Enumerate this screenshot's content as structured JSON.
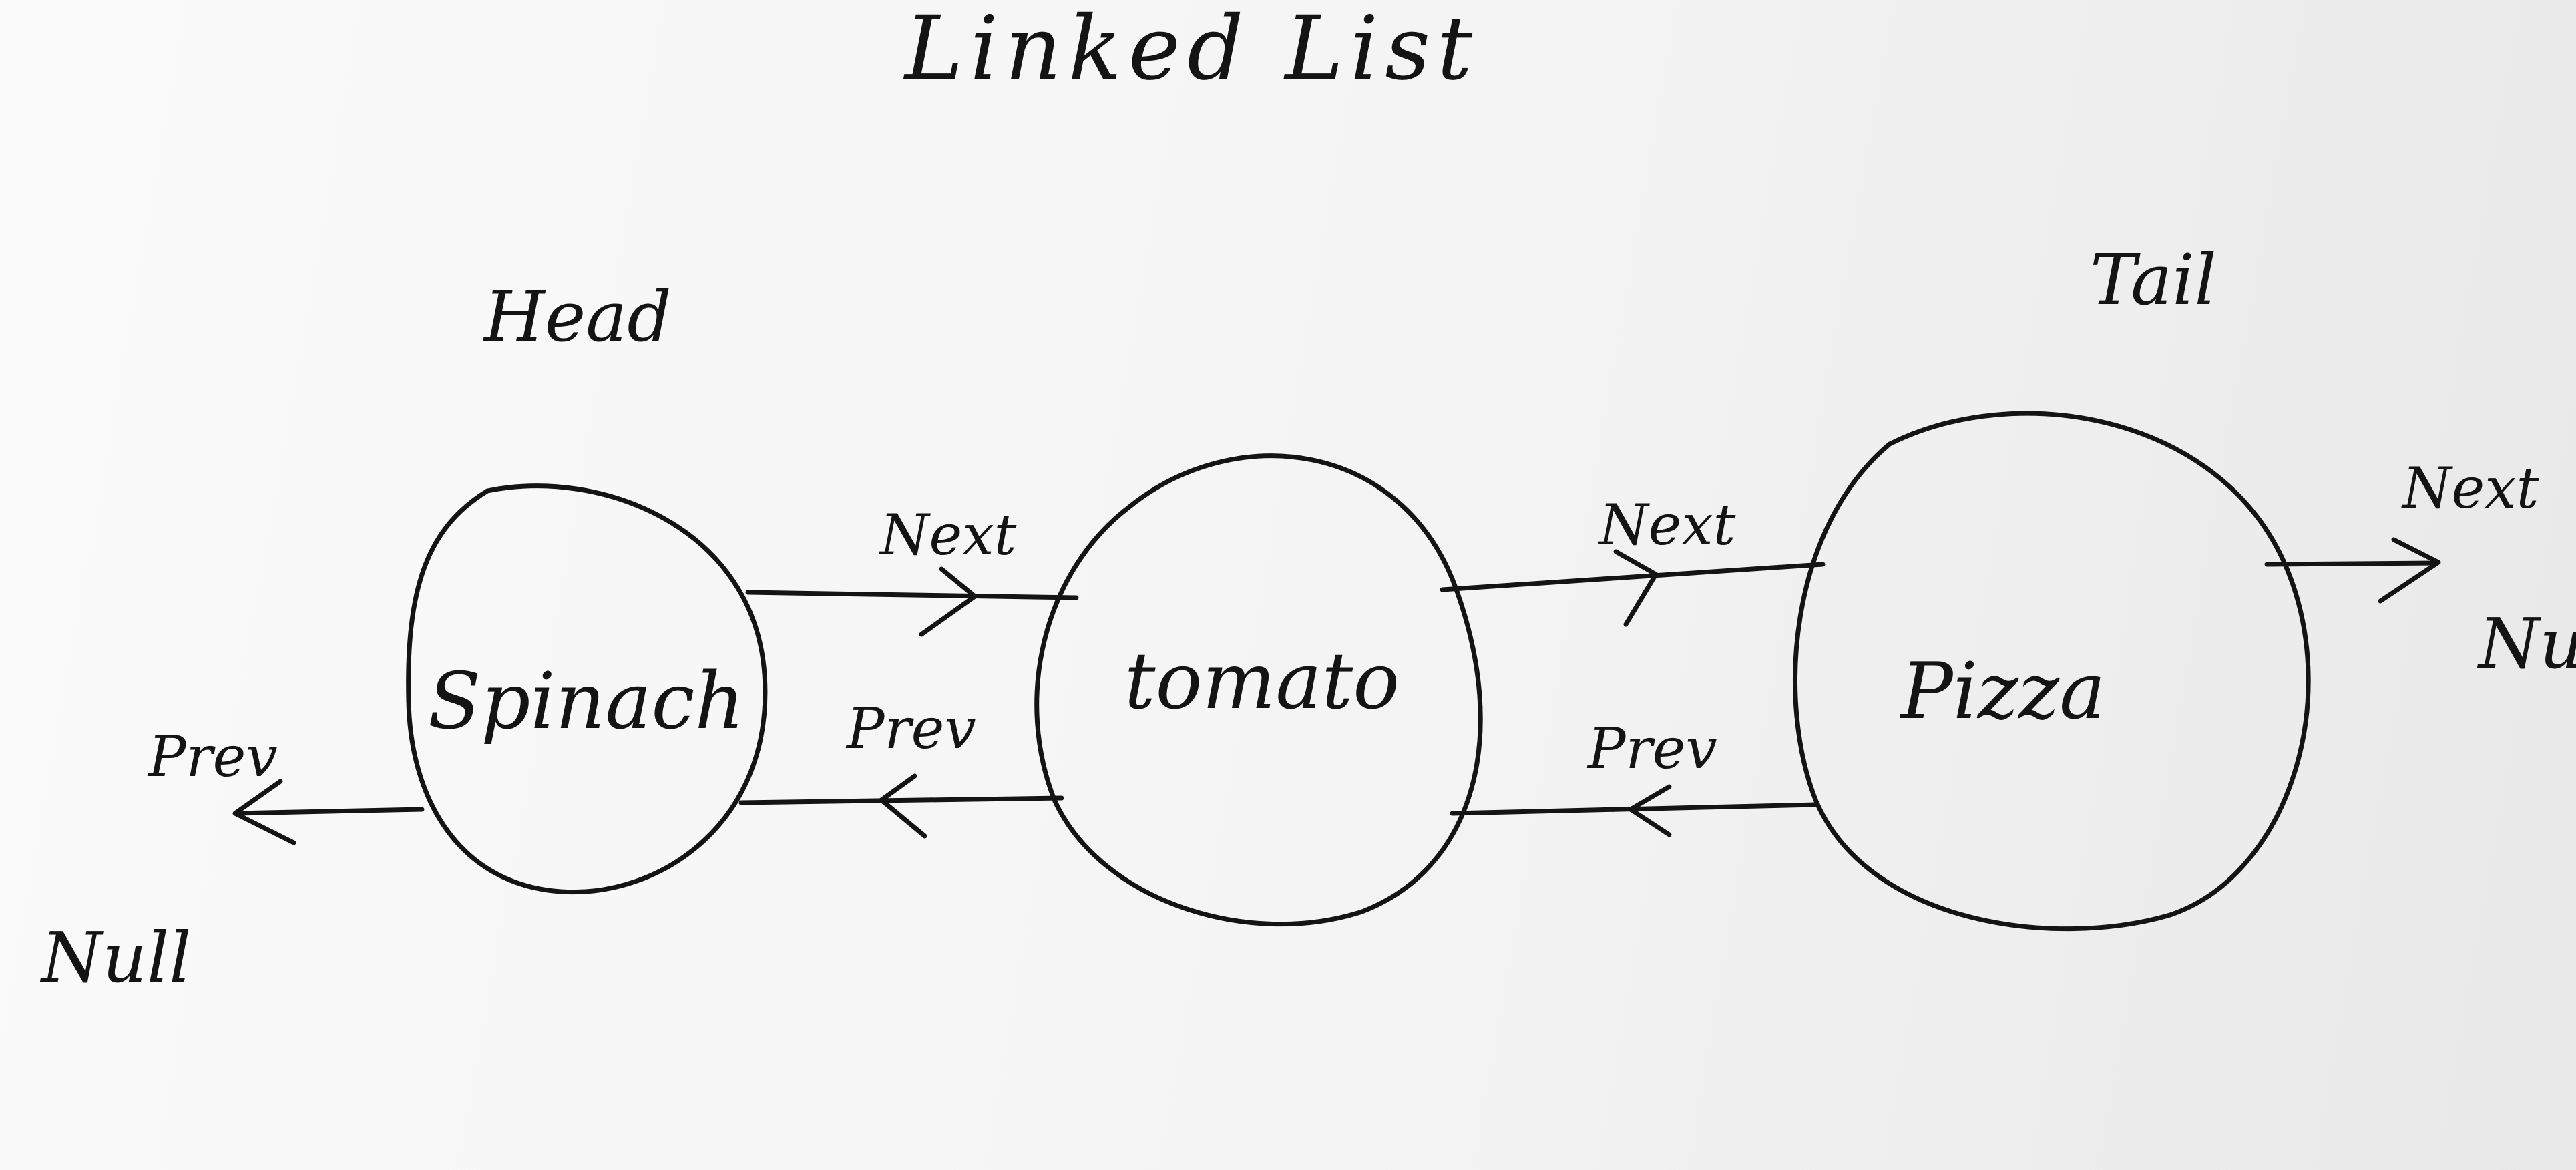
{
  "diagram": {
    "title": "Linked List",
    "head_label": "Head",
    "tail_label": "Tail",
    "nodes": [
      {
        "label": "Spinach"
      },
      {
        "label": "tomato"
      },
      {
        "label": "Pizza"
      }
    ],
    "pointers": {
      "next_1": "Next",
      "prev_1": "Prev",
      "next_2": "Next",
      "prev_2": "Prev",
      "tail_next": "Next",
      "head_prev": "Prev"
    },
    "null_left": "Null",
    "null_right": "Null"
  }
}
